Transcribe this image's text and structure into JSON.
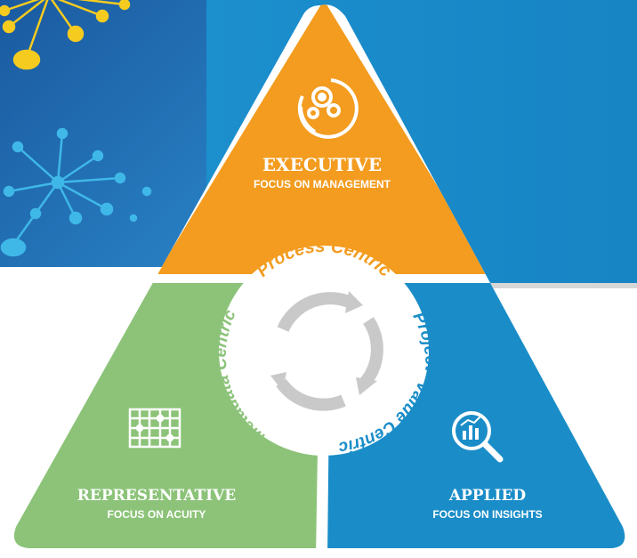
{
  "segments": {
    "top": {
      "title": "EXECUTIVE",
      "subtitle": "FOCUS ON MANAGEMENT",
      "color": "#f39c1f",
      "icon": "gears-icon"
    },
    "left": {
      "title": "REPRESENTATIVE",
      "subtitle": "FOCUS ON ACUITY",
      "color": "#8cc379",
      "icon": "grid-icon"
    },
    "right": {
      "title": "APPLIED",
      "subtitle": "FOCUS ON INSIGHTS",
      "color": "#1a8dc8",
      "icon": "magnifier-chart-icon"
    }
  },
  "ring": {
    "top_label": "Process Centric",
    "left_label": "Metadata Centric",
    "right_label_1": "Project",
    "right_label_2": "Value Centric",
    "top_color": "#f39c1f",
    "left_color": "#8cc379",
    "right_color": "#1a8dc8"
  },
  "background": {
    "panel_color": "#1a8dc8",
    "network_color": "#f5cb1f",
    "network_color_2": "#3fb8e8"
  }
}
